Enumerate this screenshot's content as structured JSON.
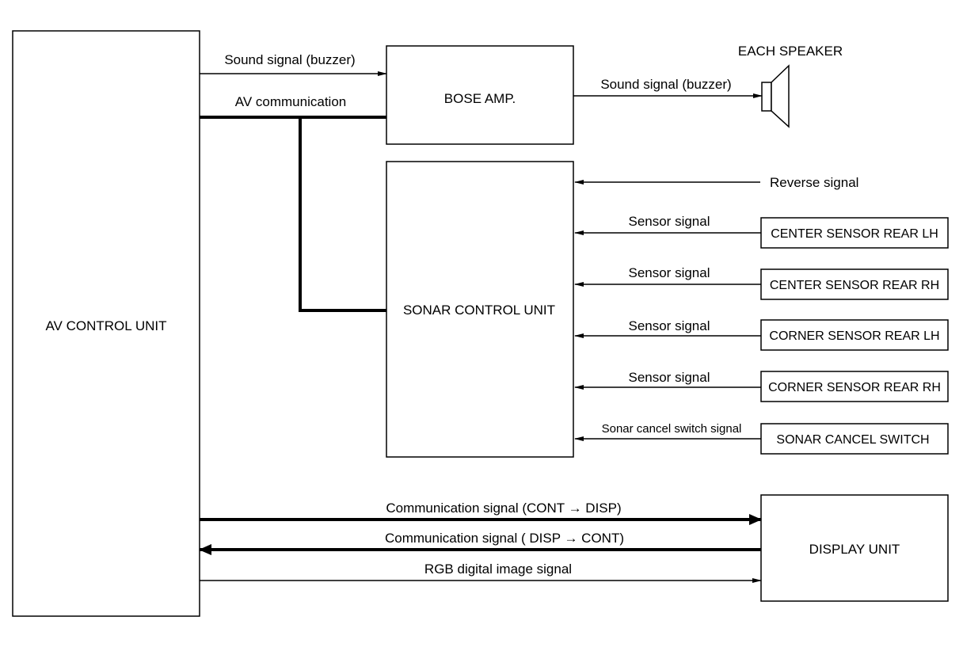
{
  "blocks": {
    "av_control_unit": "AV CONTROL UNIT",
    "bose_amp": "BOSE AMP.",
    "sonar_control_unit": "SONAR CONTROL UNIT",
    "display_unit": "DISPLAY UNIT",
    "each_speaker": "EACH SPEAKER",
    "center_sensor_rear_lh": "CENTER SENSOR REAR LH",
    "center_sensor_rear_rh": "CENTER SENSOR REAR RH",
    "corner_sensor_rear_lh": "CORNER SENSOR REAR LH",
    "corner_sensor_rear_rh": "CORNER SENSOR REAR RH",
    "sonar_cancel_switch": "SONAR CANCEL SWITCH"
  },
  "signals": {
    "sound_signal_av_to_amp": "Sound signal (buzzer)",
    "av_communication": "AV communication",
    "sound_signal_amp_to_speaker": "Sound signal (buzzer)",
    "reverse_signal": "Reverse signal",
    "sensor_signal_1": "Sensor signal",
    "sensor_signal_2": "Sensor signal",
    "sensor_signal_3": "Sensor signal",
    "sensor_signal_4": "Sensor signal",
    "sonar_cancel_switch_signal": "Sonar cancel switch signal",
    "comm_cont_to_disp": "Communication signal (CONT → DISP)",
    "comm_disp_to_cont": "Communication signal ( DISP → CONT)",
    "rgb_digital_image_signal": "RGB digital image signal"
  }
}
